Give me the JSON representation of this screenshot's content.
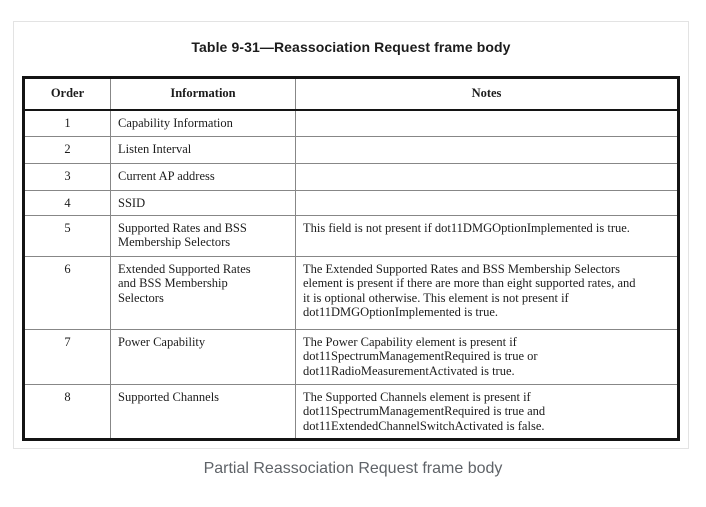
{
  "table": {
    "title": "Table 9-31—Reassociation Request frame body",
    "columns": [
      "Order",
      "Information",
      "Notes"
    ],
    "rows": [
      {
        "order": "1",
        "information": "Capability Information",
        "notes": ""
      },
      {
        "order": "2",
        "information": "Listen Interval",
        "notes": ""
      },
      {
        "order": "3",
        "information": "Current AP address",
        "notes": ""
      },
      {
        "order": "4",
        "information": "SSID",
        "notes": ""
      },
      {
        "order": "5",
        "information": "Supported Rates and BSS\nMembership Selectors",
        "notes": "This field is not present if dot11DMGOptionImplemented is true."
      },
      {
        "order": "6",
        "information": "Extended Supported Rates\nand BSS Membership\nSelectors",
        "notes": "The Extended Supported Rates and BSS Membership Selectors\nelement is present if there are more than eight supported rates, and\nit is optional otherwise. This element is not present if\ndot11DMGOptionImplemented is true."
      },
      {
        "order": "7",
        "information": "Power Capability",
        "notes": "The Power Capability element is present if\ndot11SpectrumManagementRequired is true or\ndot11RadioMeasurementActivated is true."
      },
      {
        "order": "8",
        "information": "Supported Channels",
        "notes": "The Supported Channels element is present if\ndot11SpectrumManagementRequired is true and\ndot11ExtendedChannelSwitchActivated is false."
      }
    ]
  },
  "page": {
    "caption": "Partial Reassociation Request frame body"
  },
  "colors": {
    "text": "#1c1c1c",
    "caption_gray": "#5f6368",
    "outer_border": "#141414",
    "inner_grid": "#878787",
    "card_border": "#e3e3e3"
  }
}
